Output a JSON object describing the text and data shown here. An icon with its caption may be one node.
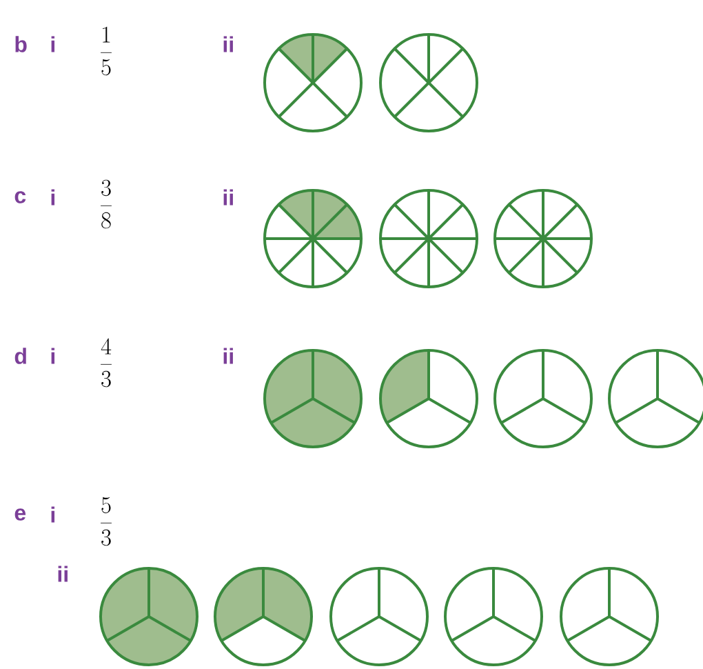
{
  "diagram": {
    "labels": [
      "b",
      "i",
      "\\frac{1}{5}",
      "ii",
      "c",
      "i",
      "\\frac{3}{8}",
      "ii",
      "d",
      "i",
      "\\frac{4}{3}",
      "ii",
      "e",
      "i",
      "\\frac{5}{3}",
      "ii"
    ]
  }
}
